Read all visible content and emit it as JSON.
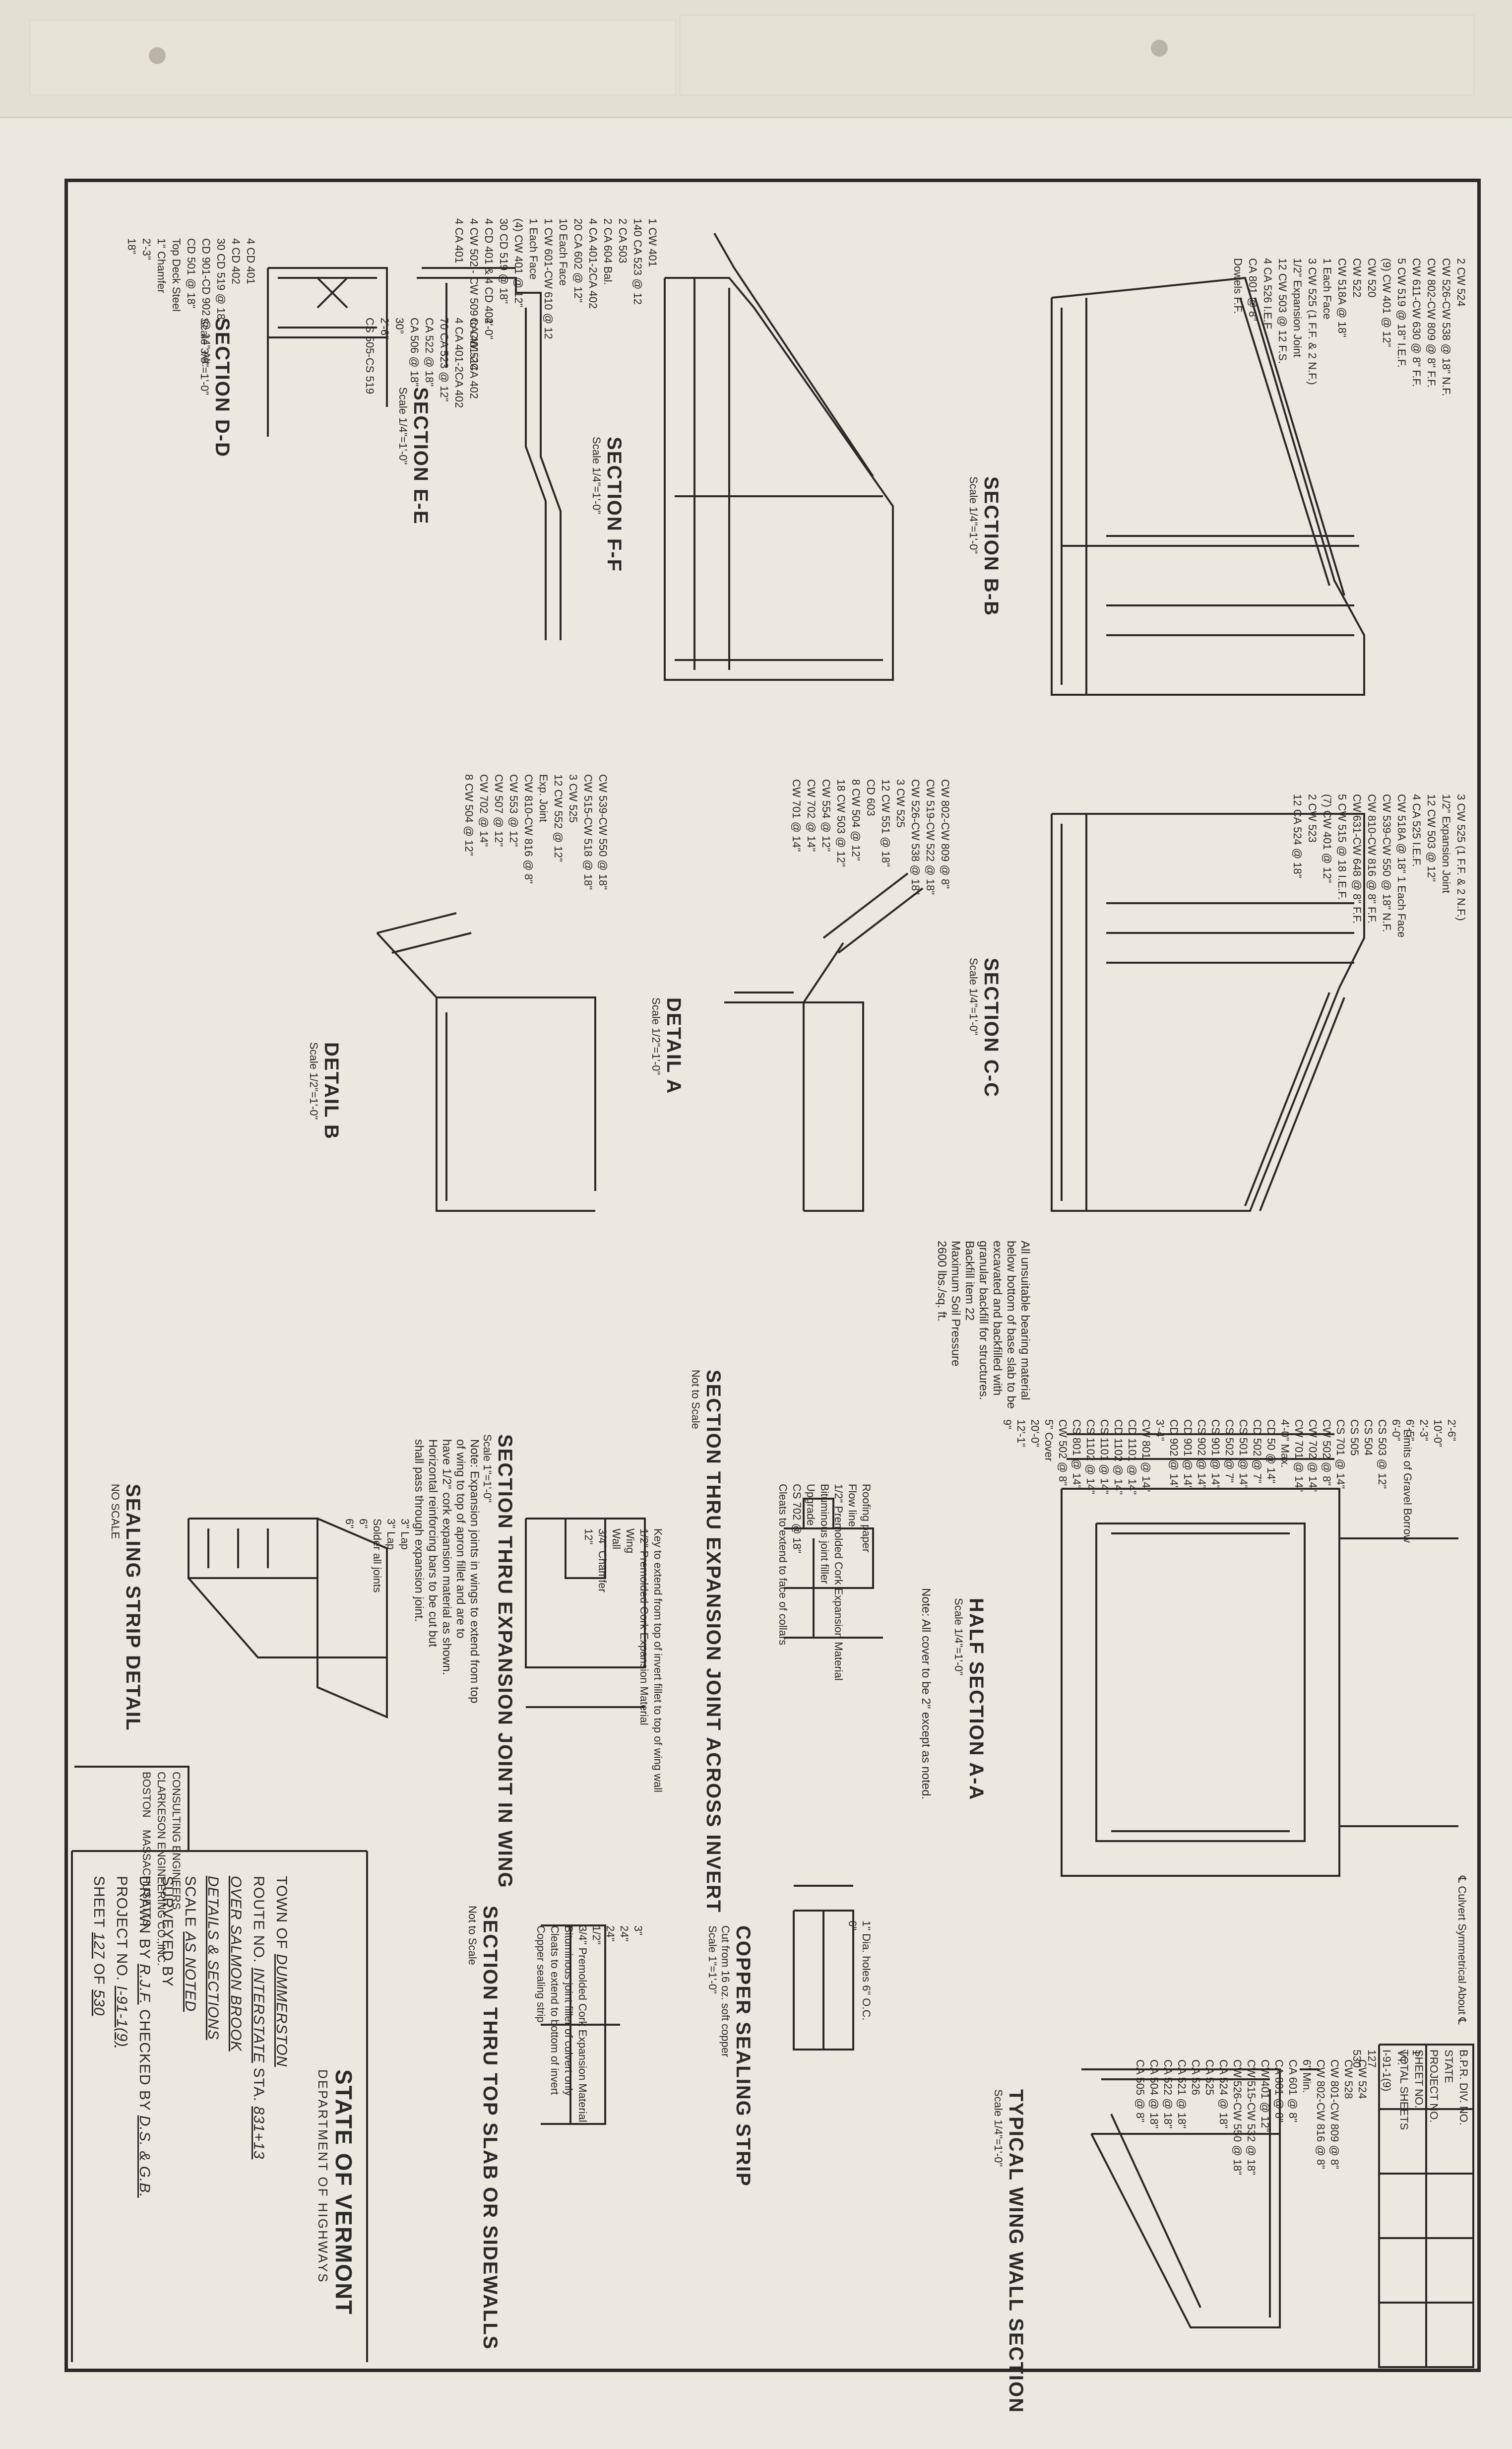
{
  "title_block": {
    "state": "STATE OF VERMONT",
    "department": "DEPARTMENT OF HIGHWAYS",
    "town_label": "TOWN OF",
    "town": "DUMMERSTON",
    "route_label": "ROUTE NO.",
    "route": "INTERSTATE",
    "sta_label": "STA.",
    "sta": "831+13",
    "over": "OVER SALMON BROOK",
    "details": "DETAILS & SECTIONS",
    "scale_label": "SCALE",
    "scale": "AS NOTED",
    "surveyed_label": "SURVEYED BY",
    "drawn_label": "DRAWN BY",
    "drawn": "R.J.F.",
    "checked_label": "CHECKED BY",
    "checked": "D.S. & G.B.",
    "project_label": "PROJECT NO.",
    "project": "I-91-1(9)",
    "sheet_label": "SHEET",
    "sheet": "127",
    "of_label": "OF",
    "of": "530"
  },
  "firm": {
    "line1": "CONSULTING ENGINEERS",
    "line2": "CLARKESON ENGINEERING CO.,INC.",
    "line3": "BOSTON",
    "line4": "MASSACHUSETTS"
  },
  "index_box": {
    "headers": [
      "B.P.R. DIV. NO.",
      "STATE",
      "PROJECT NO.",
      "SHEET NO.",
      "TOTAL SHEETS"
    ],
    "values": [
      "1",
      "VT.",
      "I-91-1(9)",
      "127",
      "530"
    ]
  },
  "sections": {
    "dd": {
      "title": "SECTION D-D",
      "scale": "Scale 3/8\"=1'-0\""
    },
    "ee": {
      "title": "SECTION E-E",
      "scale": "Scale 1/4\"=1'-0\""
    },
    "ff": {
      "title": "SECTION F-F",
      "scale": "Scale 1/4\"=1'-0\""
    },
    "bb": {
      "title": "SECTION B-B",
      "scale": "Scale 1/4\"=1'-0\""
    },
    "cc": {
      "title": "SECTION C-C",
      "scale": "Scale 1/4\"=1'-0\""
    },
    "detail_a": {
      "title": "DETAIL A",
      "scale": "Scale 1/2\"=1'-0\""
    },
    "detail_b": {
      "title": "DETAIL B",
      "scale": "Scale 1/2\"=1'-0\""
    },
    "half_aa": {
      "title": "HALF SECTION A-A",
      "scale": "Scale 1/4\"=1'-0\""
    },
    "wing_wall": {
      "title": "TYPICAL WING WALL SECTION",
      "scale": "Scale 1/4\"=1'-0\""
    },
    "exp_invert": {
      "title": "SECTION THRU EXPANSION JOINT ACROSS INVERT",
      "scale": "Not to Scale"
    },
    "exp_wing": {
      "title": "SECTION THRU EXPANSION JOINT IN WING",
      "scale": "Scale 1\"=1'-0\""
    },
    "copper": {
      "title": "COPPER SEALING STRIP",
      "scale": "Cut from 16 oz. soft copper",
      "scale2": "Scale 1\"=1'-0\""
    },
    "top_slab": {
      "title": "SECTION THRU TOP SLAB OR SIDEWALLS",
      "scale": "Not to Scale"
    },
    "sealing": {
      "title": "SEALING STRIP DETAIL",
      "scale": "NO SCALE"
    }
  },
  "notes": {
    "cover": "Note: All cover to be 2\" except as noted.",
    "unsuitable": [
      "All unsuitable bearing material",
      "below bottom of base slab to be",
      "excavated and backfilled with",
      "granular backfill for structures.",
      "Backfill item 22",
      "Maximum Soil Pressure",
      "2600 lbs./sq. ft."
    ],
    "expansion": [
      "Note: Expansion joints in wings to extend from top",
      "of wing to top of apron fillet and are to",
      "have 1/2\" cork expansion material as shown.",
      "Horizontal reinforcing bars to be cut but",
      "shall pass through expansion joint."
    ],
    "symmetrical": "℄ Culvert Symmetrical About ℄",
    "limits": "Limits of Gravel Borrow"
  },
  "labels": {
    "dd": [
      "4 CD 401",
      "4 CD 402",
      "30 CD 519 @ 18\"",
      "CD 901-CD 902 @ 14\" Alt.",
      "CD 501 @ 18\"",
      "Top Deck Steel",
      "1\" Chamfer",
      "2'-3\"",
      "18\""
    ],
    "ee": [
      "4'-0\"",
      "CA 401-2CA 402",
      "4 CA 401-2CA 402",
      "70 CA 523 @ 12\"",
      "CA 522 @ 18\"",
      "CA 506 @ 18\"",
      "30°",
      "2'-6\"",
      "CS 505-CS 519"
    ],
    "ff": [
      "1 CW 401",
      "140 CA 523 @ 12",
      "2 CA 503",
      "2 CA 604 Bal.",
      "4 CA 401-2CA 402",
      "20 CA 602 @ 12\"",
      "10 Each Face",
      "1 CW 601-CW 610 @ 12",
      "1 Each Face",
      "(4) CW 401 @ 12\"",
      "30 CD 519 @ 18\"",
      "4 CD 401 & 4 CD 402",
      "4 CW 502 - CW 509 to CW 514",
      "4 CA 401"
    ],
    "bb": [
      "2 CW 524",
      "CW 526-CW 538 @ 18\" N.F.",
      "CW 802-CW 809 @ 8\" F.F.",
      "CW 611-CW 630 @ 8\" F.F.",
      "5 CW 519 @ 18\" I.E.F.",
      "(9) CW 401 @ 12\"",
      "CW 520",
      "CW 522",
      "CW 518A @ 18\"",
      "1 Each Face",
      "3 CW 525 (1 F.F. & 2 N.F.)",
      "1/2\" Expansion Joint",
      "12 CW 503 @ 12 F.S.",
      "4 CA 526 I.E.F.",
      "CA 801 @ 8\"",
      "Dowels F.F."
    ],
    "cc": [
      "3 CW 525 (1 F.F. & 2 N.F.)",
      "1/2\" Expansion Joint",
      "12 CW 503 @ 12\"",
      "4 CA 525 I.E.F.",
      "CW 518A @ 18\" 1 Each Face",
      "CW 539-CW 550 @ 18\" N.F.",
      "CW 810-CW 816 @ 8\" F.F.",
      "CW 631-CW 648 @ 8\" F.F.",
      "5 CW 515 @ 18 I.E.F.",
      "(7) CW 401 @ 12\"",
      "2 CW 523",
      "12 CA 524 @ 18\""
    ],
    "detail_a": [
      "CW 802-CW 809 @ 8\"",
      "CW 519-CW 522 @ 18\"",
      "CW 526-CW 538 @ 18\"",
      "3 CW 525",
      "12 CW 551 @ 18\"",
      "CD 603",
      "8 CW 504 @ 12\"",
      "18 CW 503 @ 12\"",
      "CW 554 @ 12\"",
      "CW 702 @ 14\"",
      "CW 701 @ 14\""
    ],
    "detail_b": [
      "CW 539-CW 550 @ 18\"",
      "CW 515-CW 518 @ 18\"",
      "3 CW 525",
      "12 CW 552 @ 12\"",
      "Exp. Joint",
      "CW 810-CW 816 @ 8\"",
      "CW 553 @ 12\"",
      "CW 507 @ 12\"",
      "CW 702 @ 14\"",
      "8 CW 504 @ 12\""
    ],
    "half_aa": [
      "2'-6\"",
      "10'-0\"",
      "2'-3\"",
      "6'-5\"",
      "6'-0\"",
      "CS 503 @ 12\"",
      "CS 504",
      "CS 505",
      "CS 701 @ 14\"",
      "CW 502 @ 8\"",
      "CW 702 @ 14\"",
      "CW 701 @ 14\"",
      "4'-0\" Max.",
      "CD 50 @ 14\"",
      "CD 502 @ 7\"",
      "CS 501 @ 14\"",
      "CS 502 @ 7\"",
      "CS 901 @ 14\"",
      "CS 902 @ 14\"",
      "CD 901 @ 14\"",
      "CD 902 @ 14\"",
      "3'-4\"",
      "CW 801 @ 14\"",
      "CD 1101 @ 14\"",
      "CD 1102 @ 14\"",
      "CS 1101 @ 14\"",
      "CS 1102 @ 14\"",
      "CS 801 @ 14\"",
      "CW 502 @ 8\"",
      "5\" Cover",
      "20'-0\"",
      "12'-1\"",
      "9\""
    ],
    "wing": [
      "CW 524",
      "CW 528",
      "CW 801-CW 809 @ 8\"",
      "CW 802-CW 816 @ 8\"",
      "6\" Min.",
      "CA 601 @ 8\"",
      "CA 801 @ 8\"",
      "CW 401 @ 12\"",
      "CW 515-CW 532 @ 18\"",
      "CW 526-CW 550 @ 18\"",
      "CA 524 @ 18\"",
      "CA 525",
      "CA 526",
      "CA 521 @ 18\"",
      "CA 522 @ 18\"",
      "CA 504 @ 18\"",
      "CA 505 @ 8\""
    ],
    "exp_invert": [
      "Roofing paper",
      "Flow line",
      "1/2\" Premolded Cork Expansion Material",
      "Bituminous joint filler",
      "Upgrade",
      "CS 702 @ 18\"",
      "Cleats to extend to face of collars"
    ],
    "exp_wing": [
      "Key to extend from top of invert fillet to top of wing wall",
      "1/2\" Premolded Cork Expansion Material",
      "Wing",
      "Wall",
      "3/4\" Chamfer",
      "12\""
    ],
    "copper": [
      "1\" Dia. holes 6\" O.C.",
      "6\""
    ],
    "top_slab": [
      "3\"",
      "24\"",
      "24\"",
      "1/2\"",
      "3/4\" Premolded Cork Expansion Material",
      "Bituminous joint filler of culvert only",
      "Cleats to extend to bottom of invert",
      "Copper sealing strip"
    ],
    "sealing": [
      "3\" Lap",
      "3\" Lap",
      "Solder all joints",
      "6\"",
      "6\""
    ]
  }
}
